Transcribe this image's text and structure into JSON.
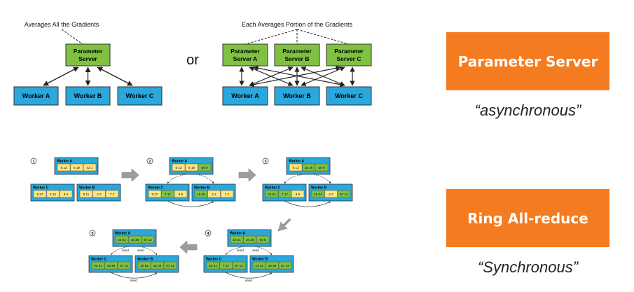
{
  "colors": {
    "ps_fill": "#7fc241",
    "worker_fill": "#2aa7dc",
    "cell_yellow": "#ffe57f",
    "cell_green": "#7fc241",
    "orange": "#f47b20",
    "arrow_gray": "#999999"
  },
  "top_left": {
    "caption": "Averages All the Gradients",
    "server": [
      "Parameter",
      "Server"
    ],
    "workers": [
      "Worker A",
      "Worker B",
      "Worker C"
    ]
  },
  "or_label": "or",
  "top_right": {
    "caption": "Each Averages Portion of the Gradients",
    "servers": [
      [
        "Parameter",
        "Server A"
      ],
      [
        "Parameter",
        "Server B"
      ],
      [
        "Parameter",
        "Server C"
      ]
    ],
    "workers": [
      "Worker A",
      "Worker B",
      "Worker C"
    ]
  },
  "ring": {
    "send_label": "send",
    "steps": [
      {
        "num": "1",
        "A": {
          "title": "Worker A",
          "cells": [
            "5 13",
            "8 19",
            "42 1"
          ],
          "hl": [
            false,
            false,
            false
          ]
        },
        "C": {
          "title": "Worker C",
          "cells": [
            "8 27",
            "3 15",
            "8 6"
          ],
          "hl": [
            false,
            false,
            false
          ]
        },
        "B": {
          "title": "Worker B",
          "cells": [
            "8 11",
            "4 2",
            "7 7"
          ],
          "hl": [
            false,
            false,
            false
          ]
        }
      },
      {
        "num": "2",
        "A": {
          "title": "Worker A",
          "cells": [
            "5 13",
            "8 19",
            "50 9"
          ],
          "hl": [
            false,
            false,
            true
          ]
        },
        "C": {
          "title": "Worker C",
          "cells": [
            "8 27",
            "7 17",
            "8 6"
          ],
          "hl": [
            false,
            true,
            false
          ]
        },
        "B": {
          "title": "Worker B",
          "cells": [
            "15 26",
            "4 2",
            "7 7"
          ],
          "hl": [
            true,
            false,
            false
          ]
        }
      },
      {
        "num": "3",
        "A": {
          "title": "Worker A",
          "cells": [
            "5 13",
            "15 36",
            "50 9"
          ],
          "hl": [
            false,
            true,
            true
          ]
        },
        "C": {
          "title": "Worker C",
          "cells": [
            "22 51",
            "7 17",
            "8 6"
          ],
          "hl": [
            true,
            true,
            false
          ]
        },
        "B": {
          "title": "Worker B",
          "cells": [
            "15 24",
            "4 2",
            "57 12"
          ],
          "hl": [
            true,
            false,
            true
          ]
        }
      },
      {
        "num": "4",
        "A": {
          "title": "Worker A",
          "cells": [
            "22 51",
            "15 36",
            "50 5"
          ],
          "hl": [
            true,
            true,
            true
          ]
        },
        "C": {
          "title": "Worker C",
          "cells": [
            "22 51",
            "7 17",
            "57 12"
          ],
          "hl": [
            true,
            true,
            true
          ]
        },
        "B": {
          "title": "Worker B",
          "cells": [
            "13 24",
            "15 36",
            "57 12"
          ],
          "hl": [
            true,
            true,
            true
          ]
        }
      },
      {
        "num": "5",
        "A": {
          "title": "Worker A",
          "cells": [
            "22 51",
            "15 36",
            "57 12"
          ],
          "hl": [
            true,
            true,
            true
          ]
        },
        "C": {
          "title": "Worker C",
          "cells": [
            "22 51",
            "15 36",
            "57 12"
          ],
          "hl": [
            true,
            true,
            true
          ]
        },
        "B": {
          "title": "Worker B",
          "cells": [
            "22 51",
            "15 36",
            "57 12"
          ],
          "hl": [
            true,
            true,
            true
          ]
        }
      }
    ]
  },
  "side": {
    "ps_title": "Parameter Server",
    "ps_caption": "“asynchronous”",
    "ring_title": "Ring All-reduce",
    "ring_caption": "“Synchronous”"
  }
}
